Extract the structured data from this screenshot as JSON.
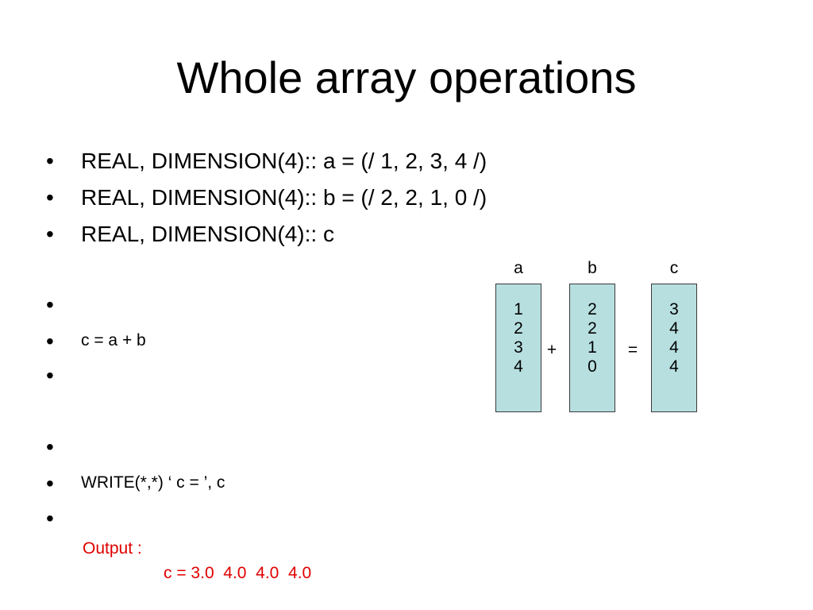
{
  "slide": {
    "title": "Whole array operations",
    "bullet_glyph": "•",
    "lines": [
      "REAL, DIMENSION(4):: a = (/ 1, 2, 3, 4 /)",
      "REAL, DIMENSION(4):: b = (/ 2, 2, 1, 0 /)",
      "REAL, DIMENSION(4):: c",
      "",
      "c = a + b",
      "",
      "",
      "WRITE(*,*) ‘ c = ’, c",
      ""
    ],
    "output_label": "Output :",
    "output_value": "c = 3.0  4.0  4.0  4.0",
    "output_color": "#e00000"
  },
  "diagram": {
    "labels": [
      "a",
      "b",
      "c"
    ],
    "a": [
      "1",
      "2",
      "3",
      "4"
    ],
    "b": [
      "2",
      "2",
      "1",
      "0"
    ],
    "c": [
      "3",
      "4",
      "4",
      "4"
    ],
    "plus": "+",
    "equals": "=",
    "box_fill": "#b7dfe0"
  }
}
